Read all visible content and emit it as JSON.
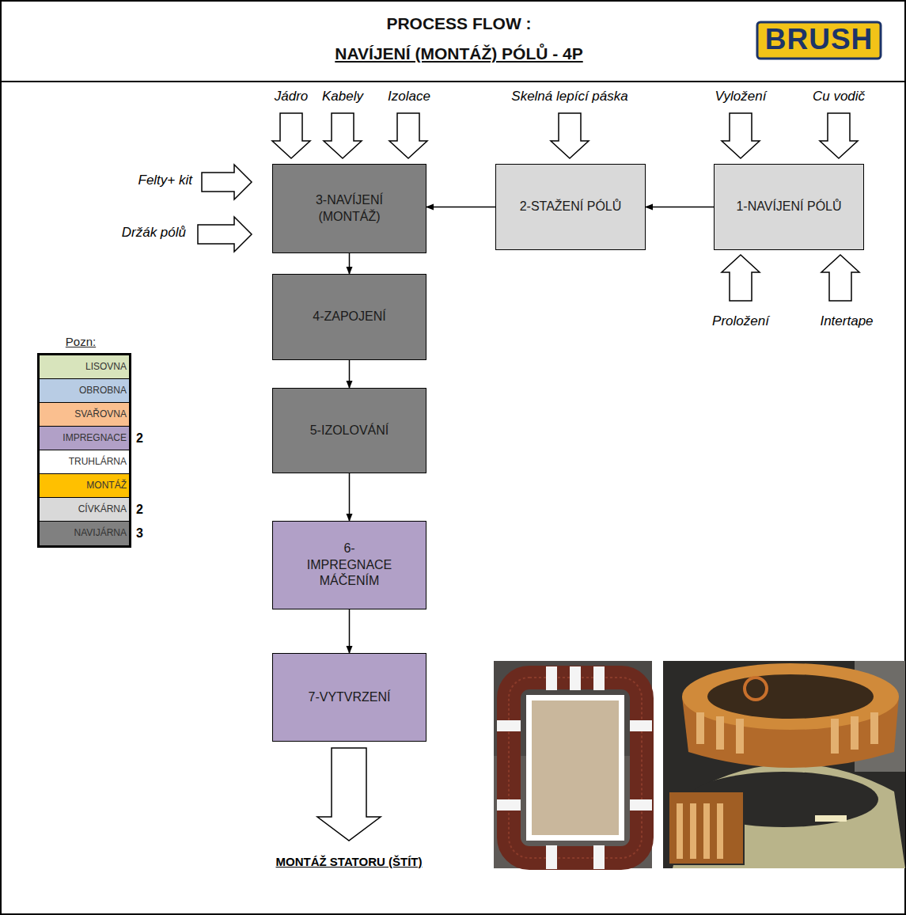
{
  "diagram": {
    "title": "PROCESS FLOW :",
    "nodes": [
      {
        "text": [
          "1-NAVÍJENÍ PÓLŮ"
        ]
      },
      {
        "text": [
          "2-STAŽENÍ PÓLŮ"
        ]
      },
      {
        "text": [
          "3-NAVÍJENÍ (MONTÁŽ)"
        ]
      },
      {
        "text": [
          "4-ZAPOJENÍ"
        ]
      },
      {
        "text": [
          "5-IZOLOVÁNÍ"
        ]
      },
      {
        "text": [
          "6-IMPREGNACE MÁČENÍM"
        ]
      },
      {
        "text": [
          "7-VYTVRZENÍ"
        ]
      }
    ],
    "edges": [
      {
        "from": 0,
        "to": 1,
        "arrow": "to"
      },
      {
        "from": 1,
        "to": 2,
        "arrow": "to"
      },
      {
        "from": 2,
        "to": 3,
        "arrow": "to"
      },
      {
        "from": 3,
        "to": 4,
        "arrow": "to"
      },
      {
        "from": 4,
        "to": 5,
        "arrow": "to"
      },
      {
        "from": 5,
        "to": 6,
        "arrow": "to"
      }
    ],
    "labels": [
      "NAVÍJENÍ (MONTÁŽ) PÓLŮ - 4P",
      "BRUSH",
      "Jádro",
      "Kabely",
      "Izolace",
      "Skelná lepící páska",
      "Vyložení",
      "Cu vodič",
      "Felty+ kit",
      "Držák pólů",
      "Proložení",
      "Intertape",
      "MONTÁŽ STATORU (ŠTÍT)",
      "Pozn:",
      "2",
      "2",
      "3"
    ],
    "legend": [
      {
        "text": "LISOVNA",
        "color": "#d8e4bc"
      },
      {
        "text": "OBROBNA",
        "color": "#b8cce4"
      },
      {
        "text": "SVAŘOVNA",
        "color": "#fabf8f"
      },
      {
        "text": "IMPREGNACE",
        "color": "#b1a0c7"
      },
      {
        "text": "TRUHLÁRNA",
        "color": "#ffffff"
      },
      {
        "text": "MONTÁŽ",
        "color": "#ffc000"
      },
      {
        "text": "CÍVKÁRNA",
        "color": "#d9d9d9"
      },
      {
        "text": "NAVIJÁRNA",
        "color": "#808080"
      }
    ]
  }
}
